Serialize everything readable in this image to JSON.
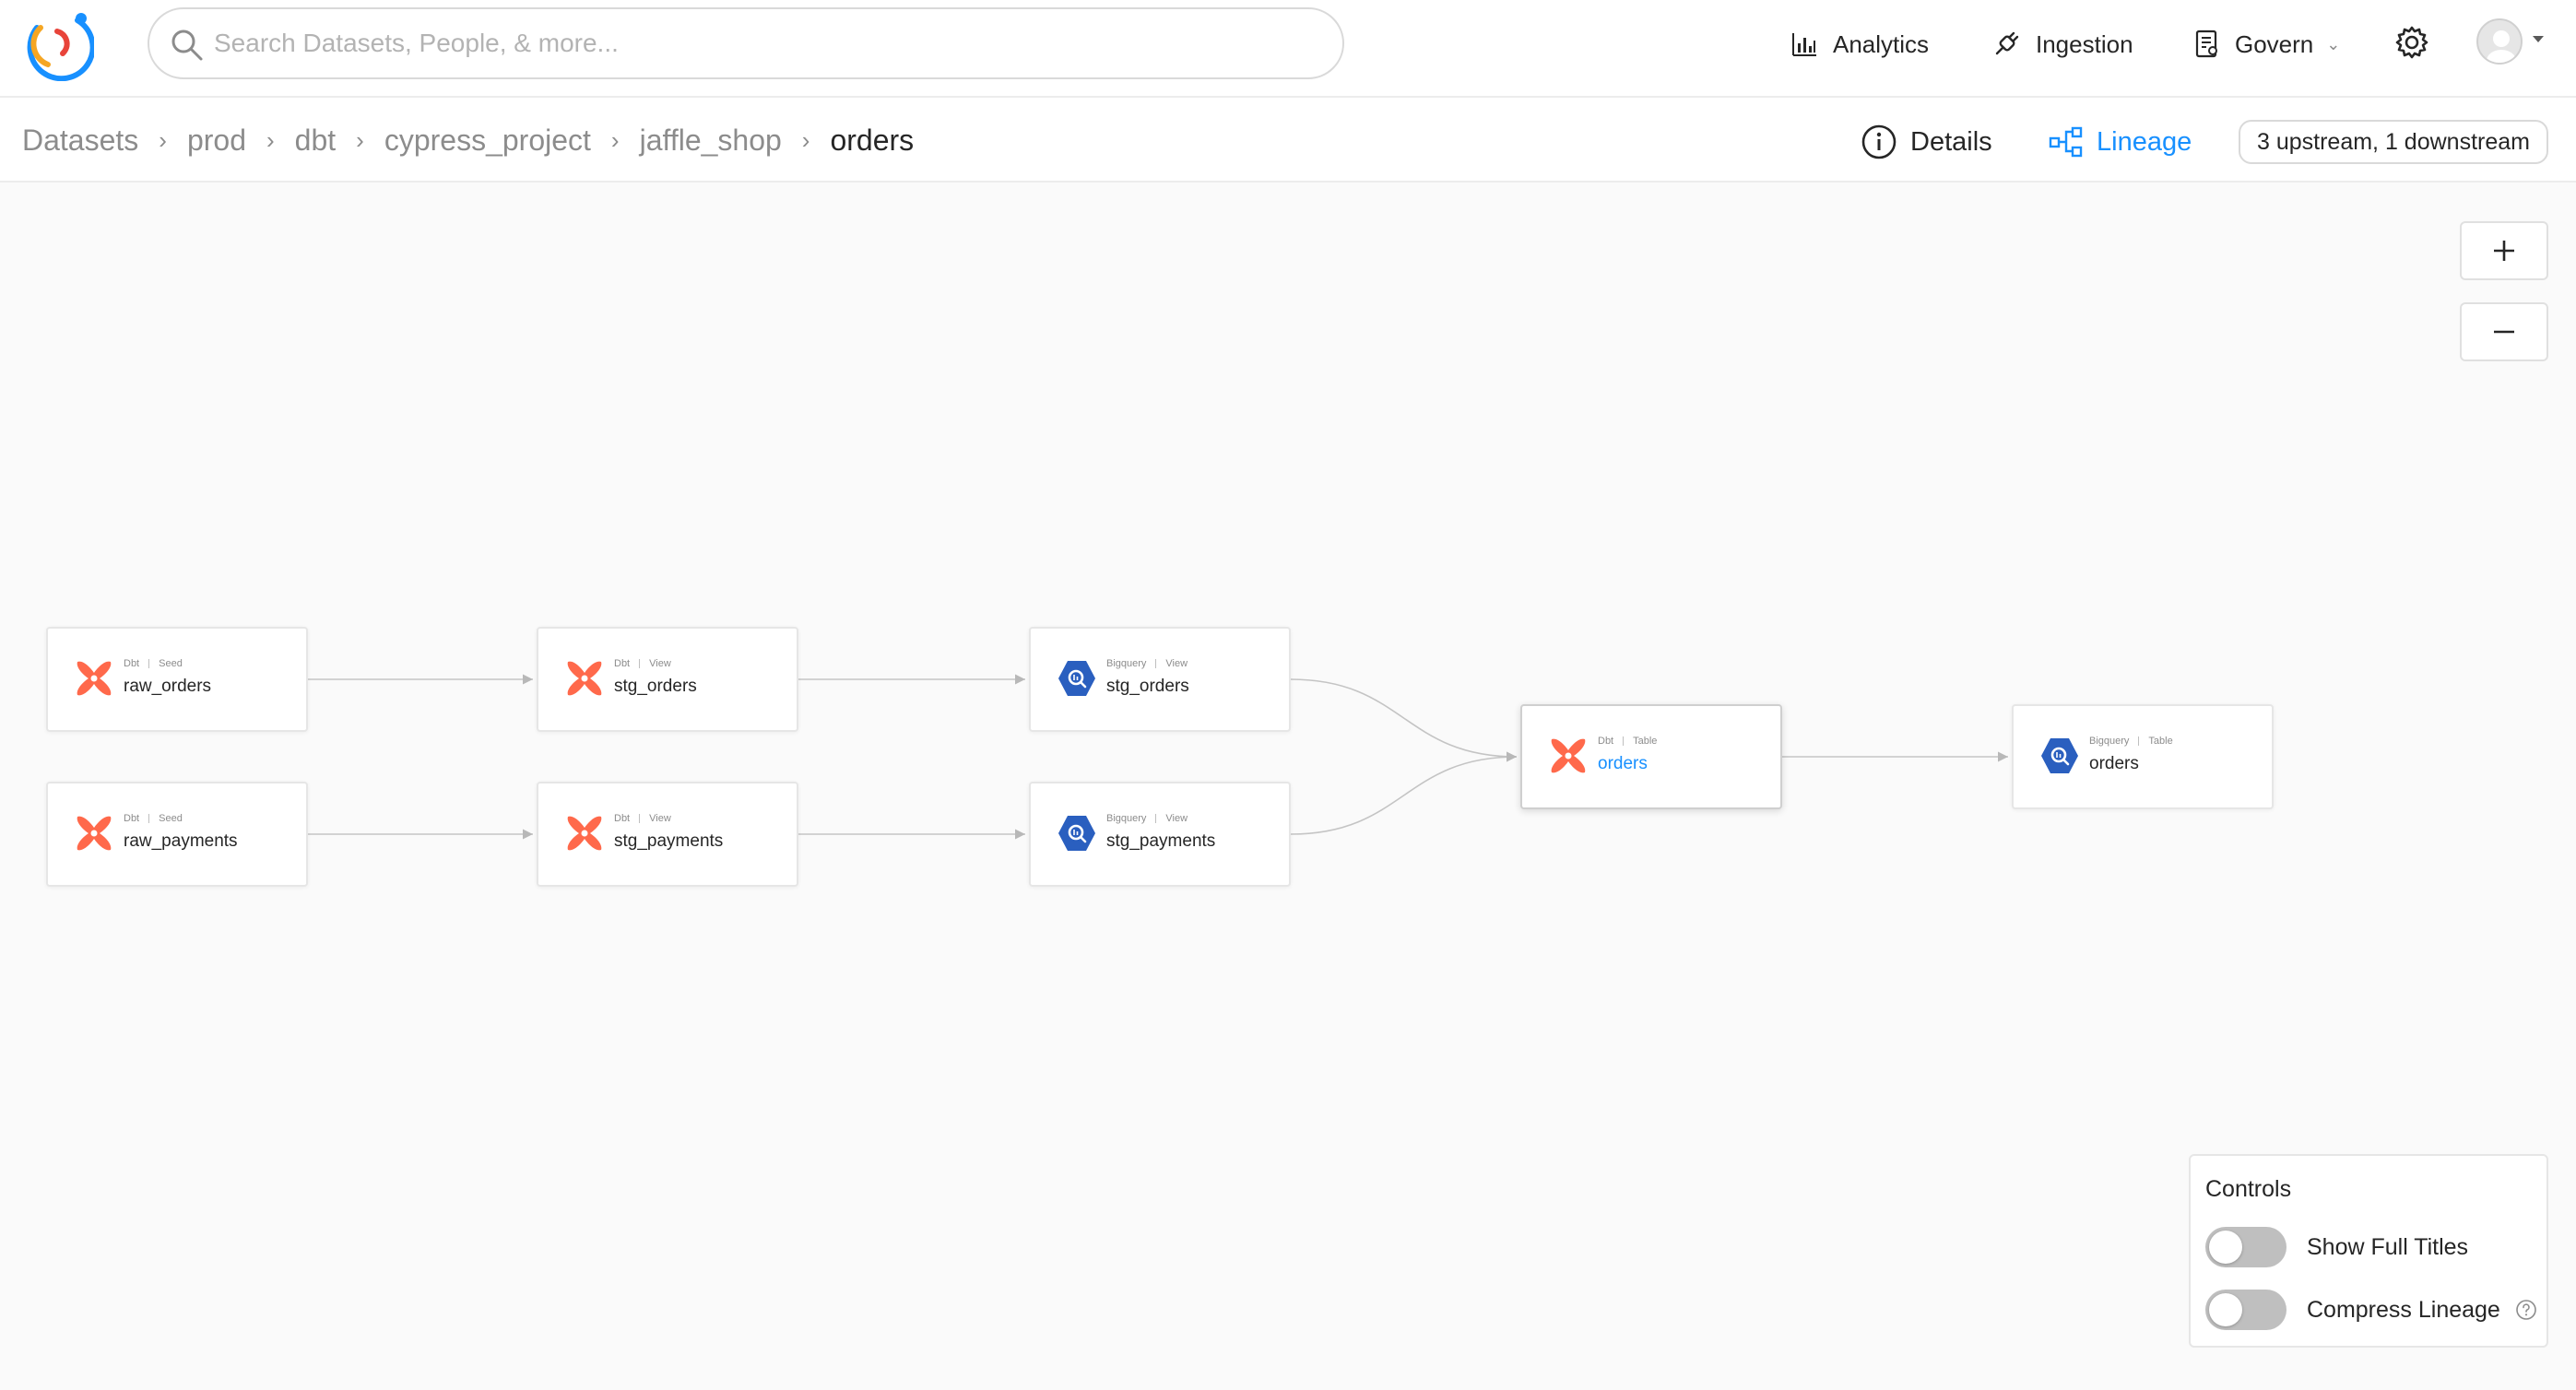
{
  "search": {
    "placeholder": "Search Datasets, People, & more..."
  },
  "nav": {
    "analytics": "Analytics",
    "ingestion": "Ingestion",
    "govern": "Govern"
  },
  "icons": {
    "logo": "datahub-logo-icon",
    "search": "search-icon",
    "analytics": "bar-chart-icon",
    "ingestion": "plug-icon",
    "govern": "document-icon",
    "settings": "gear-icon",
    "avatar": "user-avatar-icon",
    "details": "info-icon",
    "lineage": "lineage-icon",
    "zoom_in": "plus-icon",
    "zoom_out": "minus-icon",
    "dbt": "dbt-icon",
    "bigquery": "bigquery-icon",
    "help": "question-icon"
  },
  "breadcrumb": [
    "Datasets",
    "prod",
    "dbt",
    "cypress_project",
    "jaffle_shop",
    "orders"
  ],
  "tabs": {
    "details": "Details",
    "lineage": "Lineage"
  },
  "lineage_count": "3 upstream, 1 downstream",
  "colors": {
    "accent": "#1890ff",
    "dbt": "#ff694b",
    "bigquery": "#2a5fbf"
  },
  "nodes": [
    {
      "id": "raw_orders",
      "platform": "Dbt",
      "type": "Seed",
      "name": "raw_orders",
      "icon": "dbt"
    },
    {
      "id": "raw_payments",
      "platform": "Dbt",
      "type": "Seed",
      "name": "raw_payments",
      "icon": "dbt"
    },
    {
      "id": "stg_orders_dbt",
      "platform": "Dbt",
      "type": "View",
      "name": "stg_orders",
      "icon": "dbt"
    },
    {
      "id": "stg_payments_dbt",
      "platform": "Dbt",
      "type": "View",
      "name": "stg_payments",
      "icon": "dbt"
    },
    {
      "id": "stg_orders_bq",
      "platform": "Bigquery",
      "type": "View",
      "name": "stg_orders",
      "icon": "bigquery"
    },
    {
      "id": "stg_payments_bq",
      "platform": "Bigquery",
      "type": "View",
      "name": "stg_payments",
      "icon": "bigquery"
    },
    {
      "id": "orders_dbt",
      "platform": "Dbt",
      "type": "Table",
      "name": "orders",
      "icon": "dbt",
      "active": true
    },
    {
      "id": "orders_bq",
      "platform": "Bigquery",
      "type": "Table",
      "name": "orders",
      "icon": "bigquery"
    }
  ],
  "edges": [
    [
      "raw_orders",
      "stg_orders_dbt"
    ],
    [
      "raw_payments",
      "stg_payments_dbt"
    ],
    [
      "stg_orders_dbt",
      "stg_orders_bq"
    ],
    [
      "stg_payments_dbt",
      "stg_payments_bq"
    ],
    [
      "stg_orders_bq",
      "orders_dbt"
    ],
    [
      "stg_payments_bq",
      "orders_dbt"
    ],
    [
      "orders_dbt",
      "orders_bq"
    ]
  ],
  "controls": {
    "title": "Controls",
    "show_full_titles": {
      "label": "Show Full Titles",
      "on": false
    },
    "compress_lineage": {
      "label": "Compress Lineage",
      "on": false
    }
  }
}
